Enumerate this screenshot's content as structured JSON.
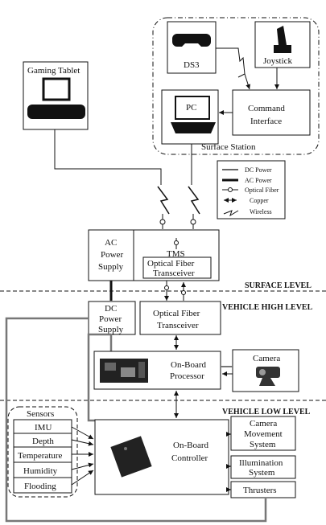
{
  "nodes": {
    "gaming_tablet": "Gaming Tablet",
    "ds3": "DS3",
    "joystick": "Joystick",
    "pc": "PC",
    "command_interface_1": "Command",
    "command_interface_2": "Interface",
    "surface_station": "Surface Station",
    "ac_power_supply_1": "AC",
    "ac_power_supply_2": "Power",
    "ac_power_supply_3": "Supply",
    "tms": "TMS",
    "oft_top_1": "Optical Fiber",
    "oft_top_2": "Transceiver",
    "dc_power_supply_1": "DC",
    "dc_power_supply_2": "Power",
    "dc_power_supply_3": "Supply",
    "oft_vehicle_1": "Optical Fiber",
    "oft_vehicle_2": "Transceiver",
    "onboard_processor_1": "On-Board",
    "onboard_processor_2": "Processor",
    "camera": "Camera",
    "sensors": "Sensors",
    "imu": "IMU",
    "depth": "Depth",
    "temperature": "Temperature",
    "humidity": "Humidity",
    "flooding": "Flooding",
    "onboard_controller_1": "On-Board",
    "onboard_controller_2": "Controller",
    "camera_movement_1": "Camera",
    "camera_movement_2": "Movement",
    "camera_movement_3": "System",
    "illumination_1": "Illumination",
    "illumination_2": "System",
    "thrusters": "Thrusters"
  },
  "levels": {
    "surface": "SURFACE LEVEL",
    "vehicle_high": "VEHICLE HIGH LEVEL",
    "vehicle_low": "VEHICLE LOW LEVEL"
  },
  "legend": {
    "dc_power": "DC Power",
    "ac_power": "AC Power",
    "optical_fiber": "Optical Fiber",
    "copper": "Copper",
    "wireless": "Wireless"
  }
}
